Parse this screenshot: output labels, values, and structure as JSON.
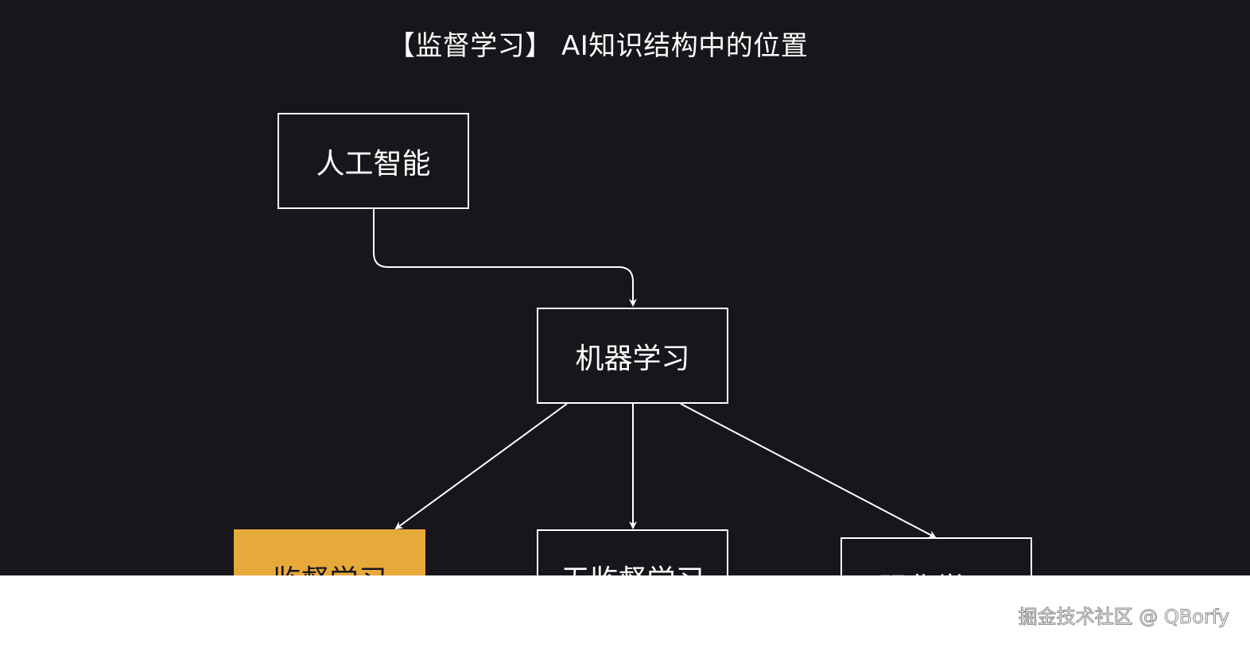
{
  "diagram": {
    "title": "【监督学习】 AI知识结构中的位置",
    "nodes": {
      "ai": "人工智能",
      "ml": "机器学习",
      "supervised": "监督学习",
      "unsupervised": "无监督学习",
      "reinforcement": "强化学习"
    },
    "edges": [
      {
        "from": "ai",
        "to": "ml"
      },
      {
        "from": "ml",
        "to": "supervised"
      },
      {
        "from": "ml",
        "to": "unsupervised"
      },
      {
        "from": "ml",
        "to": "reinforcement"
      }
    ],
    "colors": {
      "background": "#19161b",
      "line": "#ffffff",
      "highlight": "#e8a93b"
    }
  },
  "watermark": "掘金技术社区 @ QBorfy"
}
